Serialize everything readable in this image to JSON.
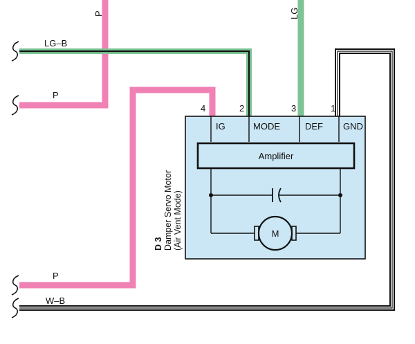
{
  "colors": {
    "pink_wire": "#f081b4",
    "green_wire": "#7cc496",
    "component_fill": "#cbe6f4",
    "line": "#111111"
  },
  "wires": {
    "p_top": "P",
    "lg_top": "LG",
    "lg_b": "LG–B",
    "p_left_upper": "P",
    "p_left_lower": "P",
    "w_b": "W–B"
  },
  "component": {
    "code": "D 3",
    "name": "Damper Servo Motor",
    "subtitle": "(Air Vent Mode)",
    "amplifier": "Amplifier",
    "motor": "M",
    "terminals": [
      {
        "pin": "4",
        "label": "IG"
      },
      {
        "pin": "2",
        "label": "MODE"
      },
      {
        "pin": "3",
        "label": "DEF"
      },
      {
        "pin": "1",
        "label": "GND"
      }
    ]
  }
}
